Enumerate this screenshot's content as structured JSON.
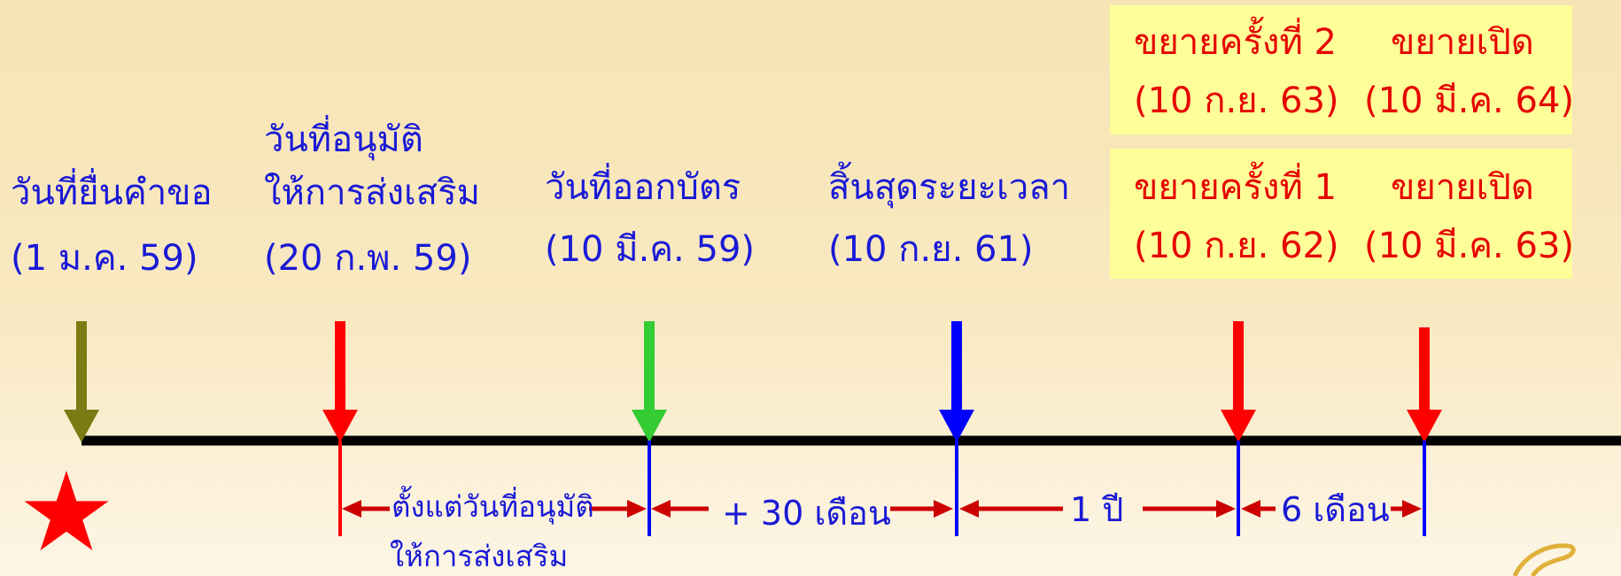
{
  "colors": {
    "background": "#f8e6bb",
    "timeline": "#000000",
    "label_blue": "#1a1ad6",
    "label_red": "#e60000",
    "arrow_olive": "#7b7b14",
    "arrow_red": "#ff0000",
    "arrow_green": "#33cc33",
    "arrow_blue": "#0000ff",
    "span_arrow": "#cc0000",
    "highlight_panel": "#ffff99",
    "star": "#ff0000"
  },
  "events": [
    {
      "line1": "วันที่ยื่นคำขอ",
      "line2": "(1 ม.ค. 59)"
    },
    {
      "line0": "วันที่อนุมัติ",
      "line1": "ให้การส่งเสริม",
      "line2": "(20 ก.พ. 59)"
    },
    {
      "line1": "วันที่ออกบัตร",
      "line2": "(10 มี.ค. 59)"
    },
    {
      "line1": "สิ้นสุดระยะเวลา",
      "line2": "(10 ก.ย. 61)"
    }
  ],
  "extension_1": {
    "label": "ขยายครั้งที่ 1",
    "date": "(10 ก.ย. 62)",
    "open_label": "ขยายเปิด",
    "open_date": "(10 มี.ค. 63)"
  },
  "extension_2": {
    "label": "ขยายครั้งที่ 2",
    "date": "(10 ก.ย. 63)",
    "open_label": "ขยายเปิด",
    "open_date": "(10 มี.ค. 64)"
  },
  "spans": {
    "from_approval_line1": "ตั้งแต่วันที่อนุมัติ",
    "from_approval_line2": "ให้การส่งเสริม",
    "plus_30_months": "+ 30 เดือน",
    "one_year": "1 ปี",
    "six_months": "6 เดือน"
  },
  "icons": {
    "start_marker": "star-icon",
    "watermark": "logo-mark"
  }
}
